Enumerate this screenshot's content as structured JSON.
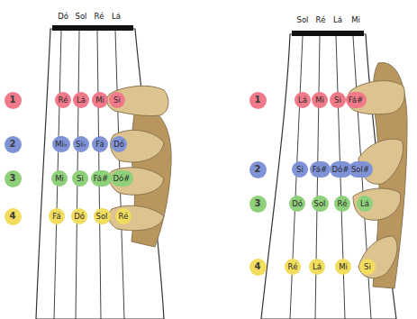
{
  "diagram": {
    "nodes": [
      {
        "text": [
          "1"
        ]
      },
      {
        "text": [
          "Ré"
        ]
      },
      {
        "text": [
          "Lá"
        ]
      },
      {
        "text": [
          "Mi"
        ]
      },
      {
        "text": [
          "Si"
        ]
      },
      {
        "text": [
          "2"
        ]
      },
      {
        "text": [
          "Mi♭"
        ]
      },
      {
        "text": [
          "Si♭"
        ]
      },
      {
        "text": [
          "Fá"
        ]
      },
      {
        "text": [
          "Dó"
        ]
      },
      {
        "text": [
          "3"
        ]
      },
      {
        "text": [
          "Mi"
        ]
      },
      {
        "text": [
          "Si"
        ]
      },
      {
        "text": [
          "Fá#"
        ]
      },
      {
        "text": [
          "Dó#"
        ]
      },
      {
        "text": [
          "4"
        ]
      },
      {
        "text": [
          "Fá"
        ]
      },
      {
        "text": [
          "Dó"
        ]
      },
      {
        "text": [
          "Sol"
        ]
      },
      {
        "text": [
          "Ré"
        ]
      },
      {
        "text": [
          "1"
        ]
      },
      {
        "text": [
          "Lá"
        ]
      },
      {
        "text": [
          "Mi"
        ]
      },
      {
        "text": [
          "Si"
        ]
      },
      {
        "text": [
          "Fá#"
        ]
      },
      {
        "text": [
          "2"
        ]
      },
      {
        "text": [
          "Si"
        ]
      },
      {
        "text": [
          "Fá#"
        ]
      },
      {
        "text": [
          "Dó#"
        ]
      },
      {
        "text": [
          "Sol#"
        ]
      },
      {
        "text": [
          "3"
        ]
      },
      {
        "text": [
          "Dó"
        ]
      },
      {
        "text": [
          "Sol"
        ]
      },
      {
        "text": [
          "Ré"
        ]
      },
      {
        "text": [
          "Lá"
        ]
      },
      {
        "text": [
          "4"
        ]
      },
      {
        "text": [
          "Ré"
        ]
      },
      {
        "text": [
          "Lá"
        ]
      },
      {
        "text": [
          "Mi"
        ]
      },
      {
        "text": [
          "Si"
        ]
      }
    ],
    "labels": [
      "Dó",
      "Sol",
      "Ré",
      "Lá",
      "Sol",
      "Ré",
      "Lá",
      "Mi"
    ]
  }
}
